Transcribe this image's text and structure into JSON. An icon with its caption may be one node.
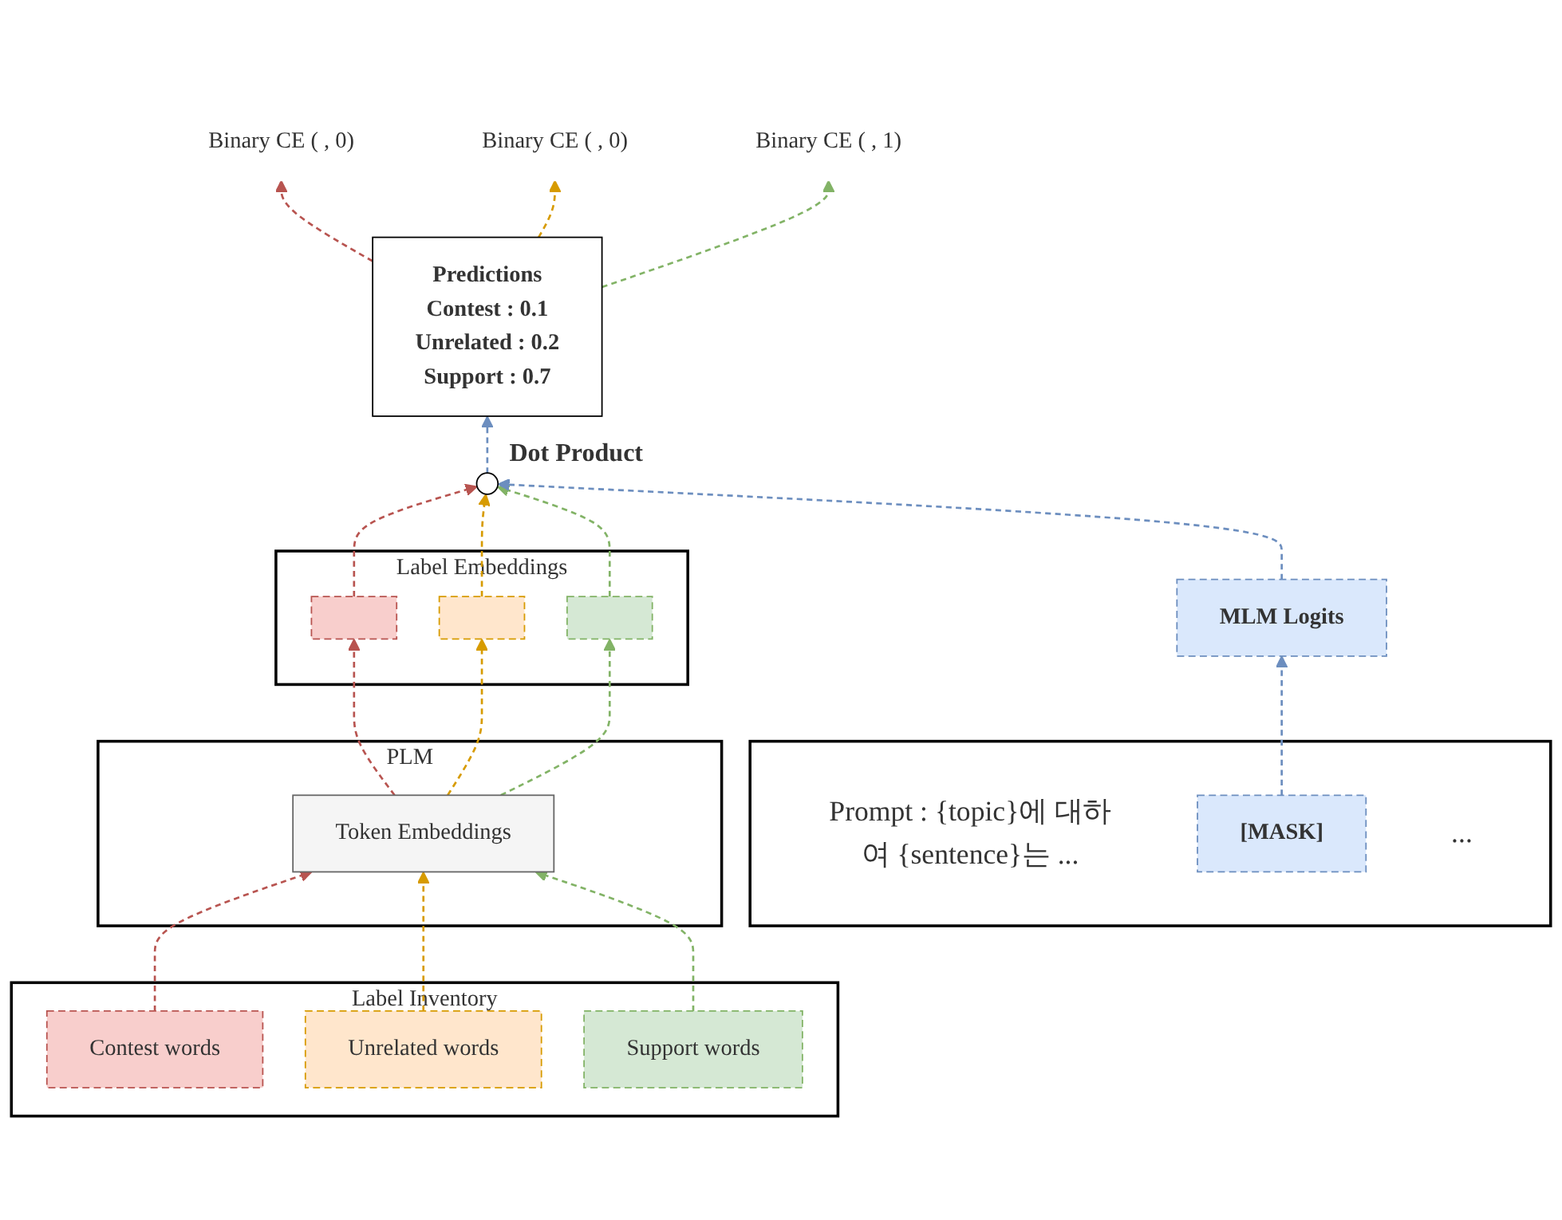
{
  "diagram": {
    "nodes": [
      {
        "text": [
          "Label Inventory"
        ]
      },
      {
        "text": [
          "Contest words"
        ],
        "in": 0
      },
      {
        "text": [
          "Unrelated words"
        ],
        "in": 0
      },
      {
        "text": [
          "Support words"
        ],
        "in": 0
      },
      {
        "text": [
          "Label Embeddings"
        ]
      },
      {
        "text": [],
        "shape": "bar",
        "in": 4
      },
      {
        "text": [],
        "shape": "bar",
        "in": 4
      },
      {
        "text": [],
        "shape": "bar",
        "in": 4
      },
      {
        "text": [
          "PLM"
        ]
      },
      {
        "text": [
          "Token Embeddings"
        ],
        "in": 8
      },
      {
        "text": [
          "Prompt : {topic}에 대하여 {sentence}는 ...",
          "..."
        ]
      },
      {
        "text": [
          "[MASK]"
        ],
        "in": 10
      },
      {
        "text": [
          "MLM Logits"
        ]
      },
      {
        "text": [],
        "shape": "circle",
        "beside": [
          "Dot Product"
        ]
      },
      {
        "text": [
          "Predictions",
          "Contest : 0.1",
          "Unrelated : 0.2",
          "Support : 0.7"
        ]
      },
      {
        "text": [
          "Binary CE ( , 0)"
        ]
      },
      {
        "text": [
          "Binary CE ( , 0)"
        ]
      },
      {
        "text": [
          "Binary CE ( , 1)"
        ]
      }
    ],
    "edges": [
      {
        "from": 1,
        "to": 9,
        "arrow": "to",
        "style": "dashed",
        "color": "#b85450"
      },
      {
        "from": 2,
        "to": 9,
        "arrow": "to",
        "style": "dashed",
        "color": "#d79b00"
      },
      {
        "from": 3,
        "to": 9,
        "arrow": "to",
        "style": "dashed",
        "color": "#82b366"
      },
      {
        "from": 9,
        "to": 5,
        "arrow": "to",
        "style": "dashed",
        "color": "#b85450"
      },
      {
        "from": 9,
        "to": 6,
        "arrow": "to",
        "style": "dashed",
        "color": "#d79b00"
      },
      {
        "from": 9,
        "to": 7,
        "arrow": "to",
        "style": "dashed",
        "color": "#82b366"
      },
      {
        "from": 5,
        "to": 13,
        "arrow": "to",
        "style": "dashed",
        "color": "#b85450"
      },
      {
        "from": 6,
        "to": 13,
        "arrow": "to",
        "style": "dashed",
        "color": "#d79b00"
      },
      {
        "from": 7,
        "to": 13,
        "arrow": "to",
        "style": "dashed",
        "color": "#82b366"
      },
      {
        "from": 11,
        "to": 12,
        "arrow": "to",
        "style": "dashed",
        "color": "#6c8ebf"
      },
      {
        "from": 12,
        "to": 13,
        "arrow": "to",
        "style": "dashed",
        "color": "#6c8ebf"
      },
      {
        "from": 13,
        "to": 14,
        "arrow": "to",
        "style": "dashed",
        "color": "#6c8ebf"
      },
      {
        "from": 14,
        "to": 15,
        "arrow": "to",
        "style": "dashed",
        "color": "#b85450"
      },
      {
        "from": 14,
        "to": 16,
        "arrow": "to",
        "style": "dashed",
        "color": "#d79b00"
      },
      {
        "from": 14,
        "to": 17,
        "arrow": "to",
        "style": "dashed",
        "color": "#82b366"
      }
    ]
  }
}
